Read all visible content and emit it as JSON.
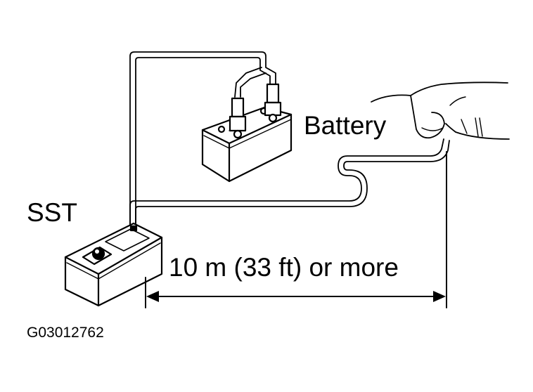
{
  "labels": {
    "battery": "Battery",
    "sst": "SST",
    "distance": "10 m (33 ft) or more",
    "figure_id": "G03012762"
  },
  "icons": {
    "battery": "car-battery-icon",
    "sst": "sst-tester-box-icon",
    "hand": "hand-icon"
  },
  "colors": {
    "line": "#000000",
    "background": "#ffffff"
  }
}
